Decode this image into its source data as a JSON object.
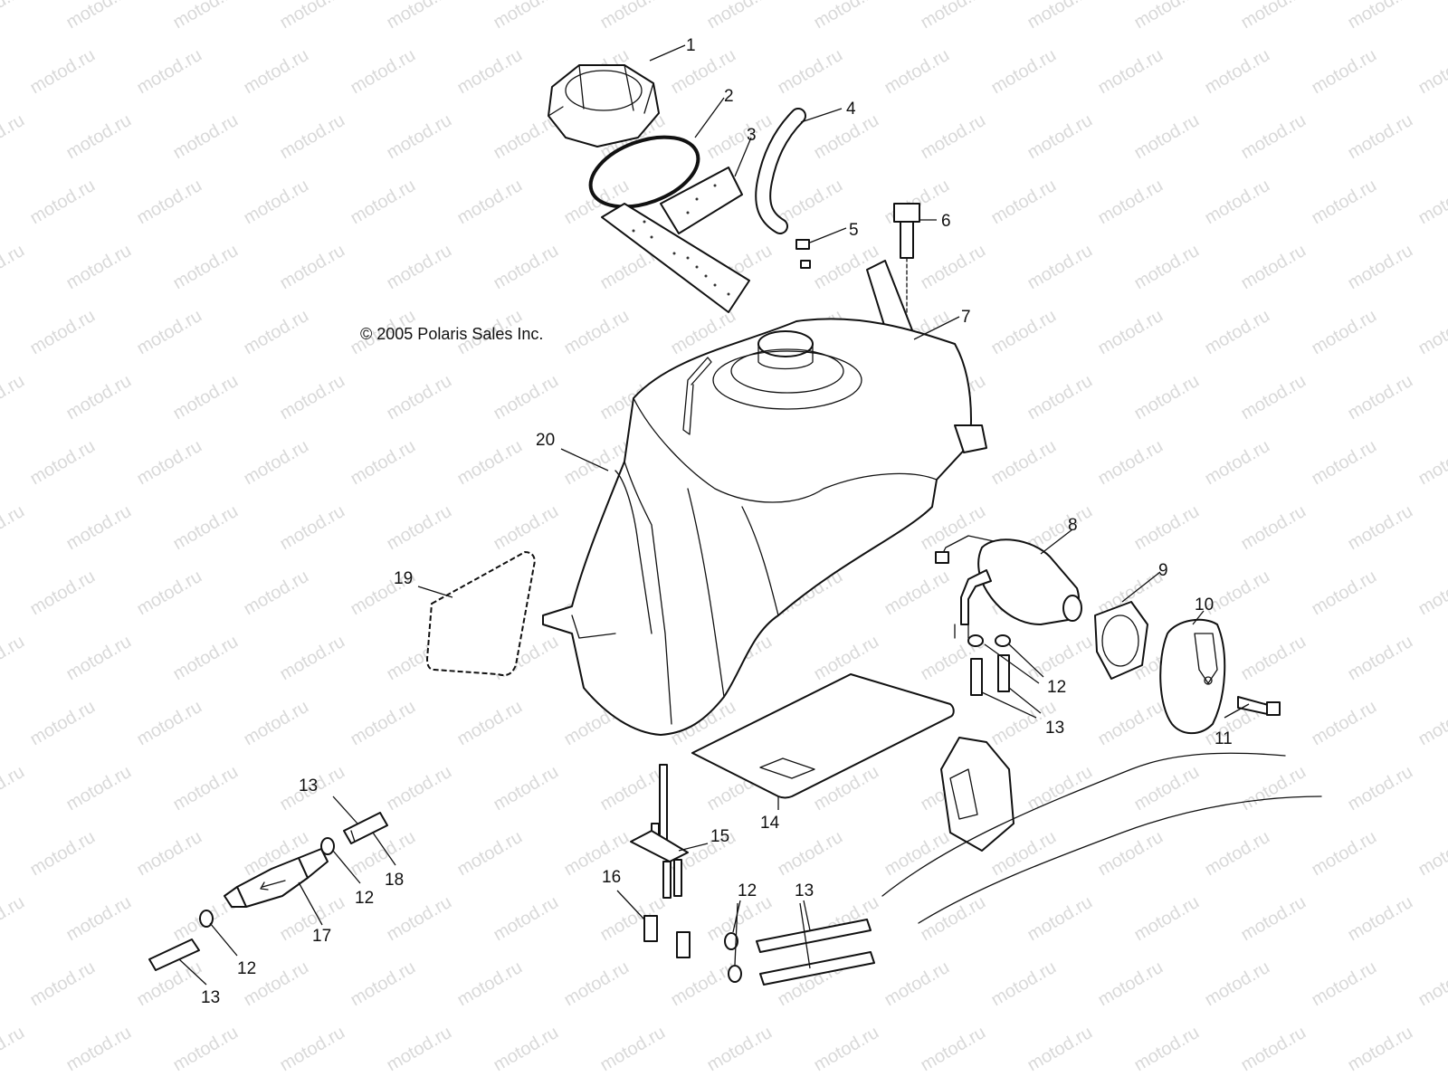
{
  "copyright": "© 2005 Polaris Sales Inc.",
  "watermark": "motod.ru",
  "callouts": [
    {
      "id": "c1",
      "label": "1"
    },
    {
      "id": "c2",
      "label": "2"
    },
    {
      "id": "c3",
      "label": "3"
    },
    {
      "id": "c4",
      "label": "4"
    },
    {
      "id": "c5",
      "label": "5"
    },
    {
      "id": "c6",
      "label": "6"
    },
    {
      "id": "c7",
      "label": "7"
    },
    {
      "id": "c8",
      "label": "8"
    },
    {
      "id": "c9",
      "label": "9"
    },
    {
      "id": "c10",
      "label": "10"
    },
    {
      "id": "c11",
      "label": "11"
    },
    {
      "id": "c12a",
      "label": "12"
    },
    {
      "id": "c13a",
      "label": "13"
    },
    {
      "id": "c14",
      "label": "14"
    },
    {
      "id": "c15",
      "label": "15"
    },
    {
      "id": "c16",
      "label": "16"
    },
    {
      "id": "c12b",
      "label": "12"
    },
    {
      "id": "c13b",
      "label": "13"
    },
    {
      "id": "c13c",
      "label": "13"
    },
    {
      "id": "c18",
      "label": "18"
    },
    {
      "id": "c12c",
      "label": "12"
    },
    {
      "id": "c17",
      "label": "17"
    },
    {
      "id": "c12d",
      "label": "12"
    },
    {
      "id": "c13d",
      "label": "13"
    },
    {
      "id": "c19",
      "label": "19"
    },
    {
      "id": "c20",
      "label": "20"
    }
  ]
}
